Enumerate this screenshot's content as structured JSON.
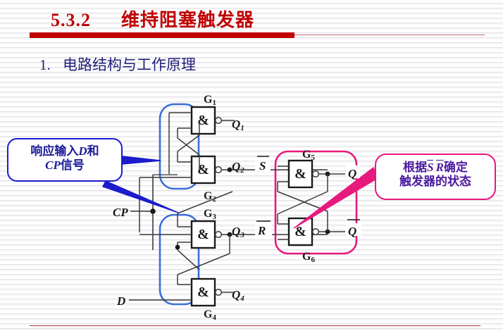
{
  "slide": {
    "title_number": "5.3.2",
    "title_text": "维持阻塞触发器",
    "title_color": "#c00000",
    "subheading_number": "1.",
    "subheading_text": "电路结构与工作原理",
    "subheading_color": "#1f1f7a"
  },
  "callouts": {
    "left": {
      "line1_a": "响应输入",
      "line1_b": "D",
      "line1_c": "和",
      "line2_a": "CP",
      "line2_b": "信号",
      "border_color": "#1c1ccc",
      "text_color": "#1a1a99"
    },
    "right": {
      "line1_a": "根据",
      "line1_b": "S",
      "line1_c": "R",
      "line1_d": "确定",
      "line2": "触发器的状态",
      "border_color": "#e8197d",
      "text_color": "#4a1a9e"
    }
  },
  "circuit": {
    "gate_symbol": "&",
    "gates": [
      {
        "id": "G1",
        "label": "G1",
        "sub": "1"
      },
      {
        "id": "G2",
        "label": "G2",
        "sub": "2"
      },
      {
        "id": "G3",
        "label": "G3",
        "sub": "3"
      },
      {
        "id": "G4",
        "label": "G4",
        "sub": "4"
      },
      {
        "id": "G5",
        "label": "G5",
        "sub": "5"
      },
      {
        "id": "G6",
        "label": "G6",
        "sub": "6"
      }
    ],
    "signals": {
      "cp": "CP",
      "d": "D",
      "q1": "Q1",
      "q2": "Q2",
      "q3": "Q3",
      "q4": "Q4",
      "sbar": "S",
      "rbar": "R",
      "q": "Q",
      "qbar": "Q"
    },
    "group_blue_color": "#3a6fd8",
    "group_pink_color": "#e8197d",
    "wire_color": "#3a3a3a"
  }
}
